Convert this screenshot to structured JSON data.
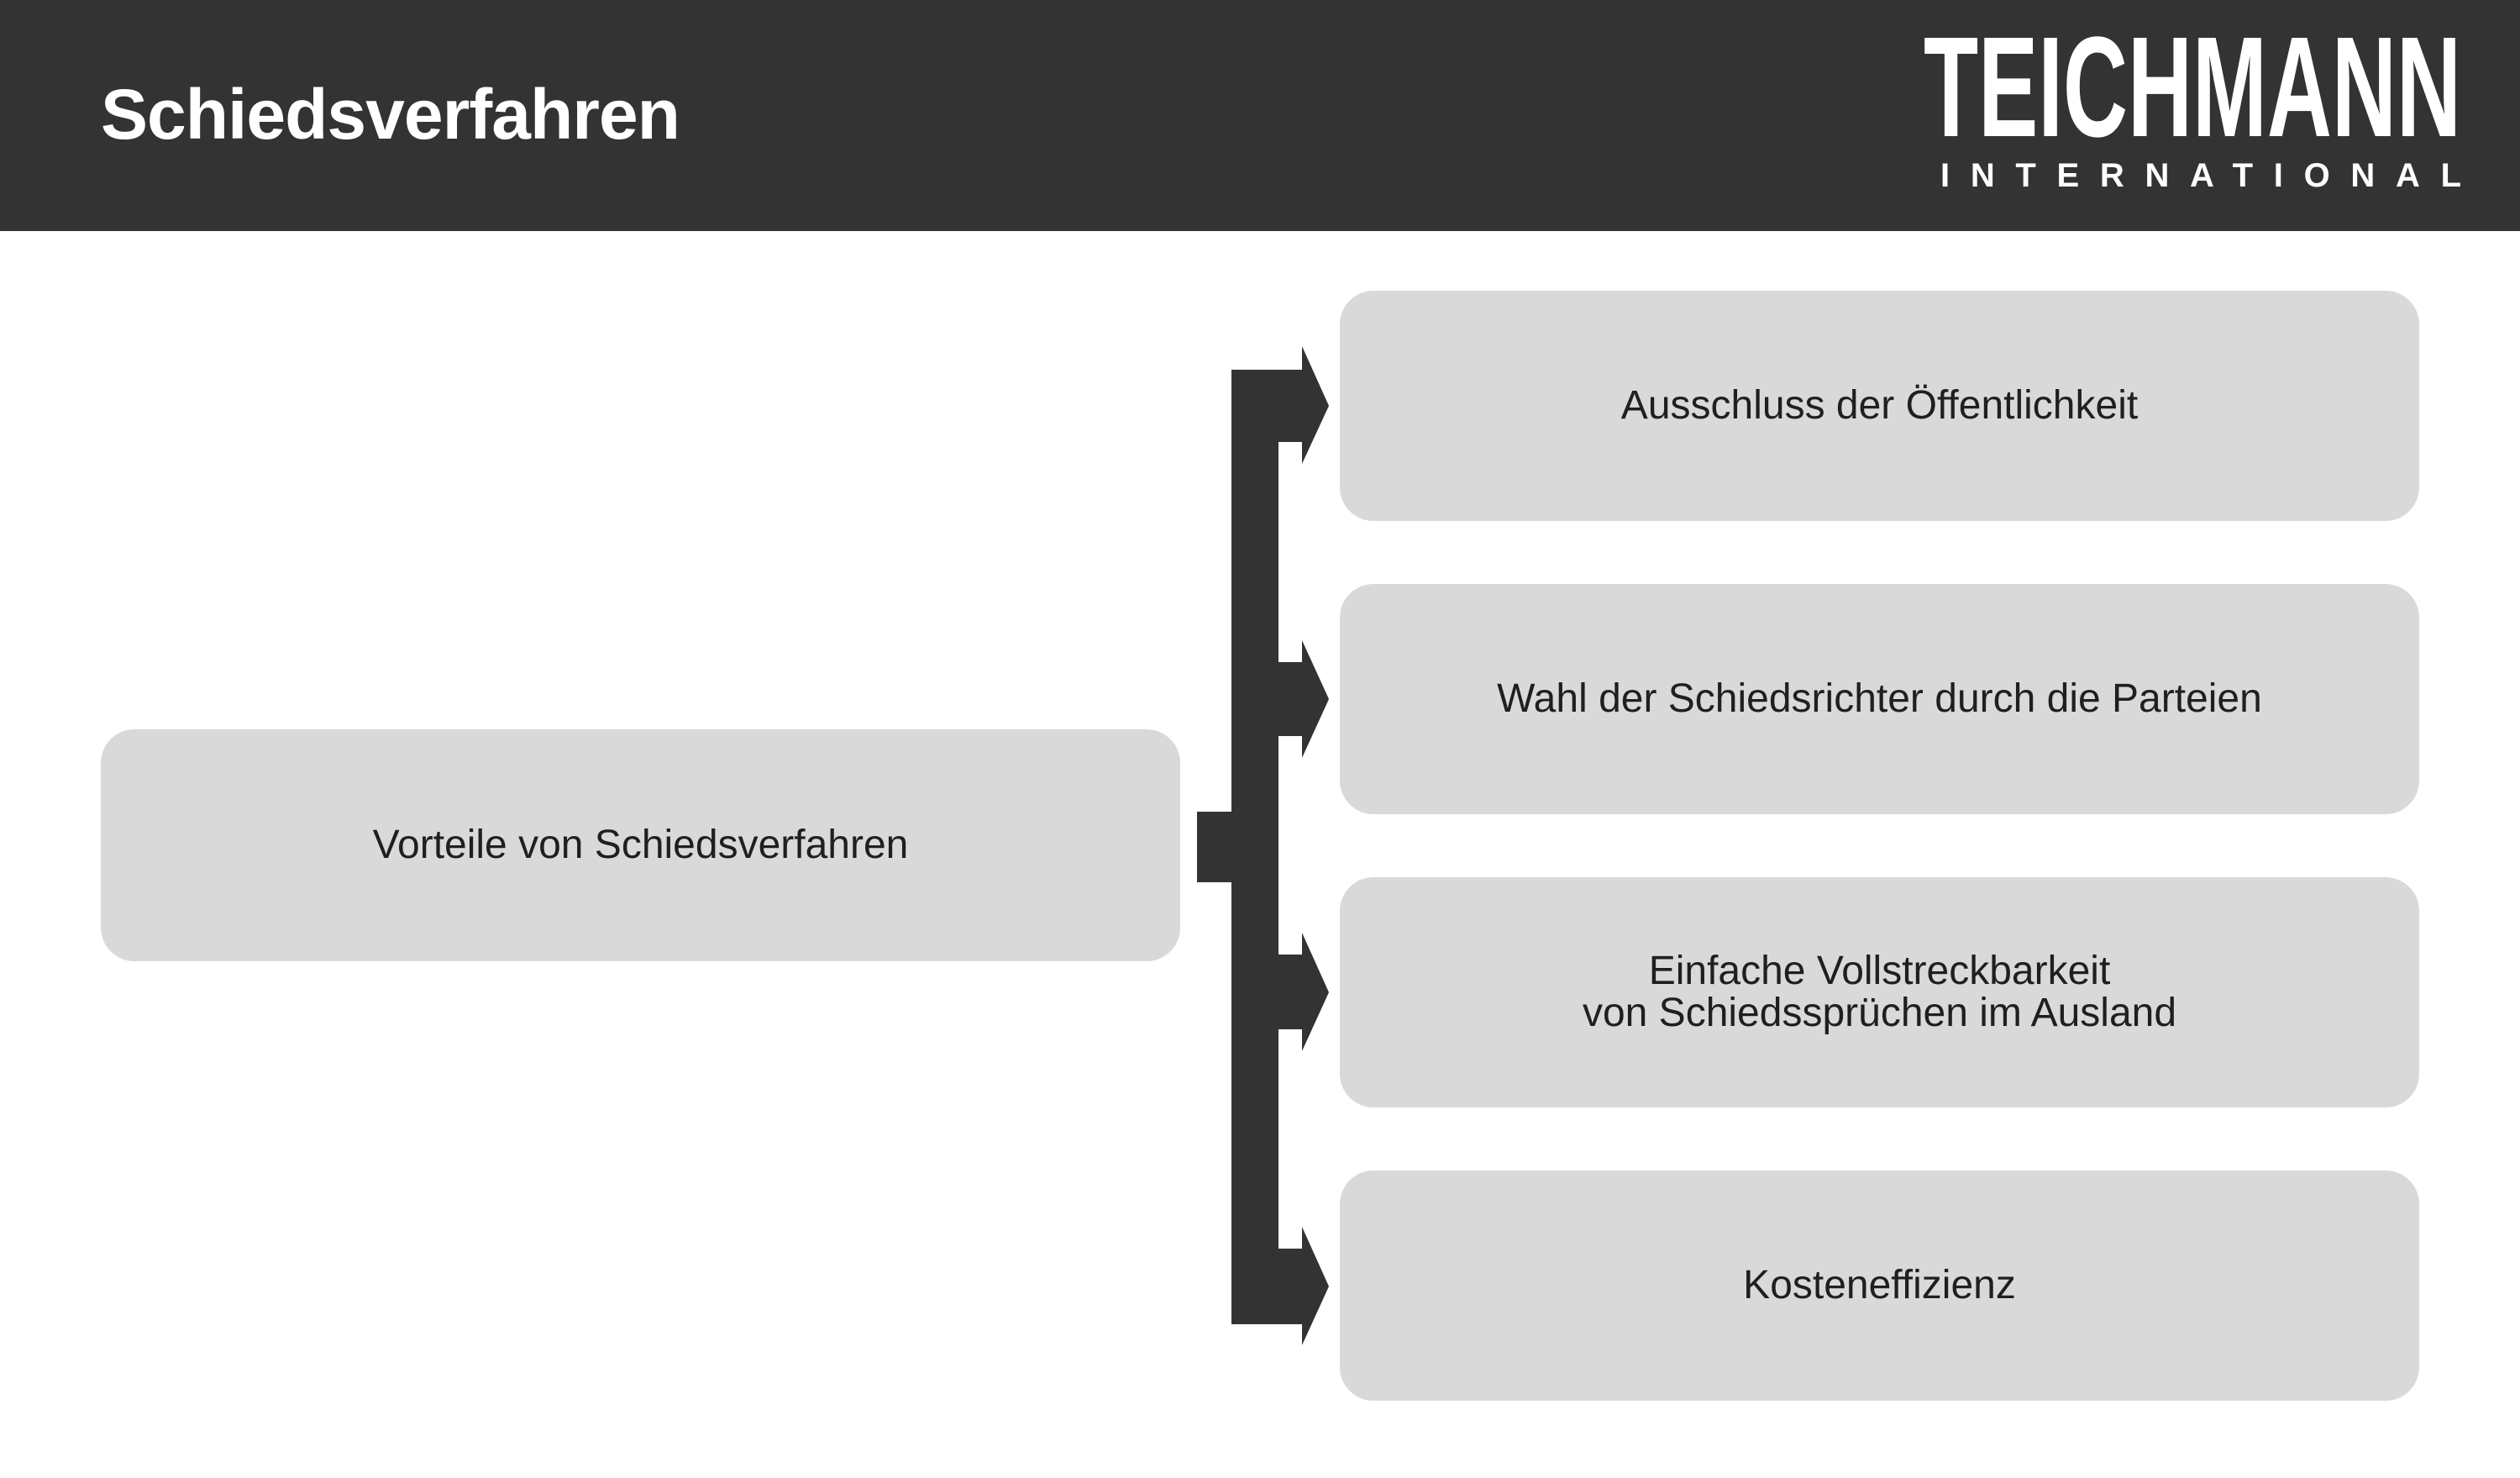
{
  "header": {
    "title": "Schiedsverfahren",
    "logo_main": "TEICHMANN",
    "logo_sub": "INTERNATIONAL",
    "background_color": "#333333"
  },
  "diagram": {
    "root": "Vorteile von Schiedsverfahren",
    "items": [
      "Ausschluss der Öffentlichkeit",
      "Wahl der Schiedsrichter durch die Parteien",
      "Einfache Vollstreckbarkeit\nvon Schiedssprüchen im Ausland",
      "Kosteneffizienz"
    ],
    "box_color": "#d9d9d9",
    "connector_color": "#333333"
  }
}
